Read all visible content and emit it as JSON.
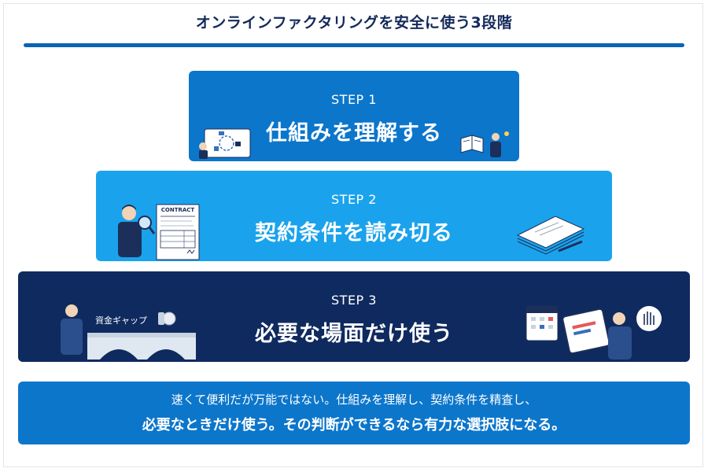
{
  "title": "オンラインファクタリングを安全に使う3段階",
  "steps": [
    {
      "label": "STEP 1",
      "title": "仕組みを理解する"
    },
    {
      "label": "STEP 2",
      "title": "契約条件を読み切る"
    },
    {
      "label": "STEP 3",
      "title": "必要な場面だけ使う"
    }
  ],
  "illustrations": {
    "contract_heading": "CONTRACT",
    "gap_label": "資金ギャップ"
  },
  "summary": {
    "line1": "速くて便利だが万能ではない。仕組みを理解し、契約条件を精査し、",
    "line2": "必要なときだけ使う。その判断ができるなら有力な選択肢になる。"
  },
  "colors": {
    "step1": "#0c76cb",
    "step2": "#1aa3ec",
    "step3": "#0f2a5e",
    "summary": "#0c76cb",
    "title_text": "#142a5c",
    "rule": "#0b63b3"
  }
}
